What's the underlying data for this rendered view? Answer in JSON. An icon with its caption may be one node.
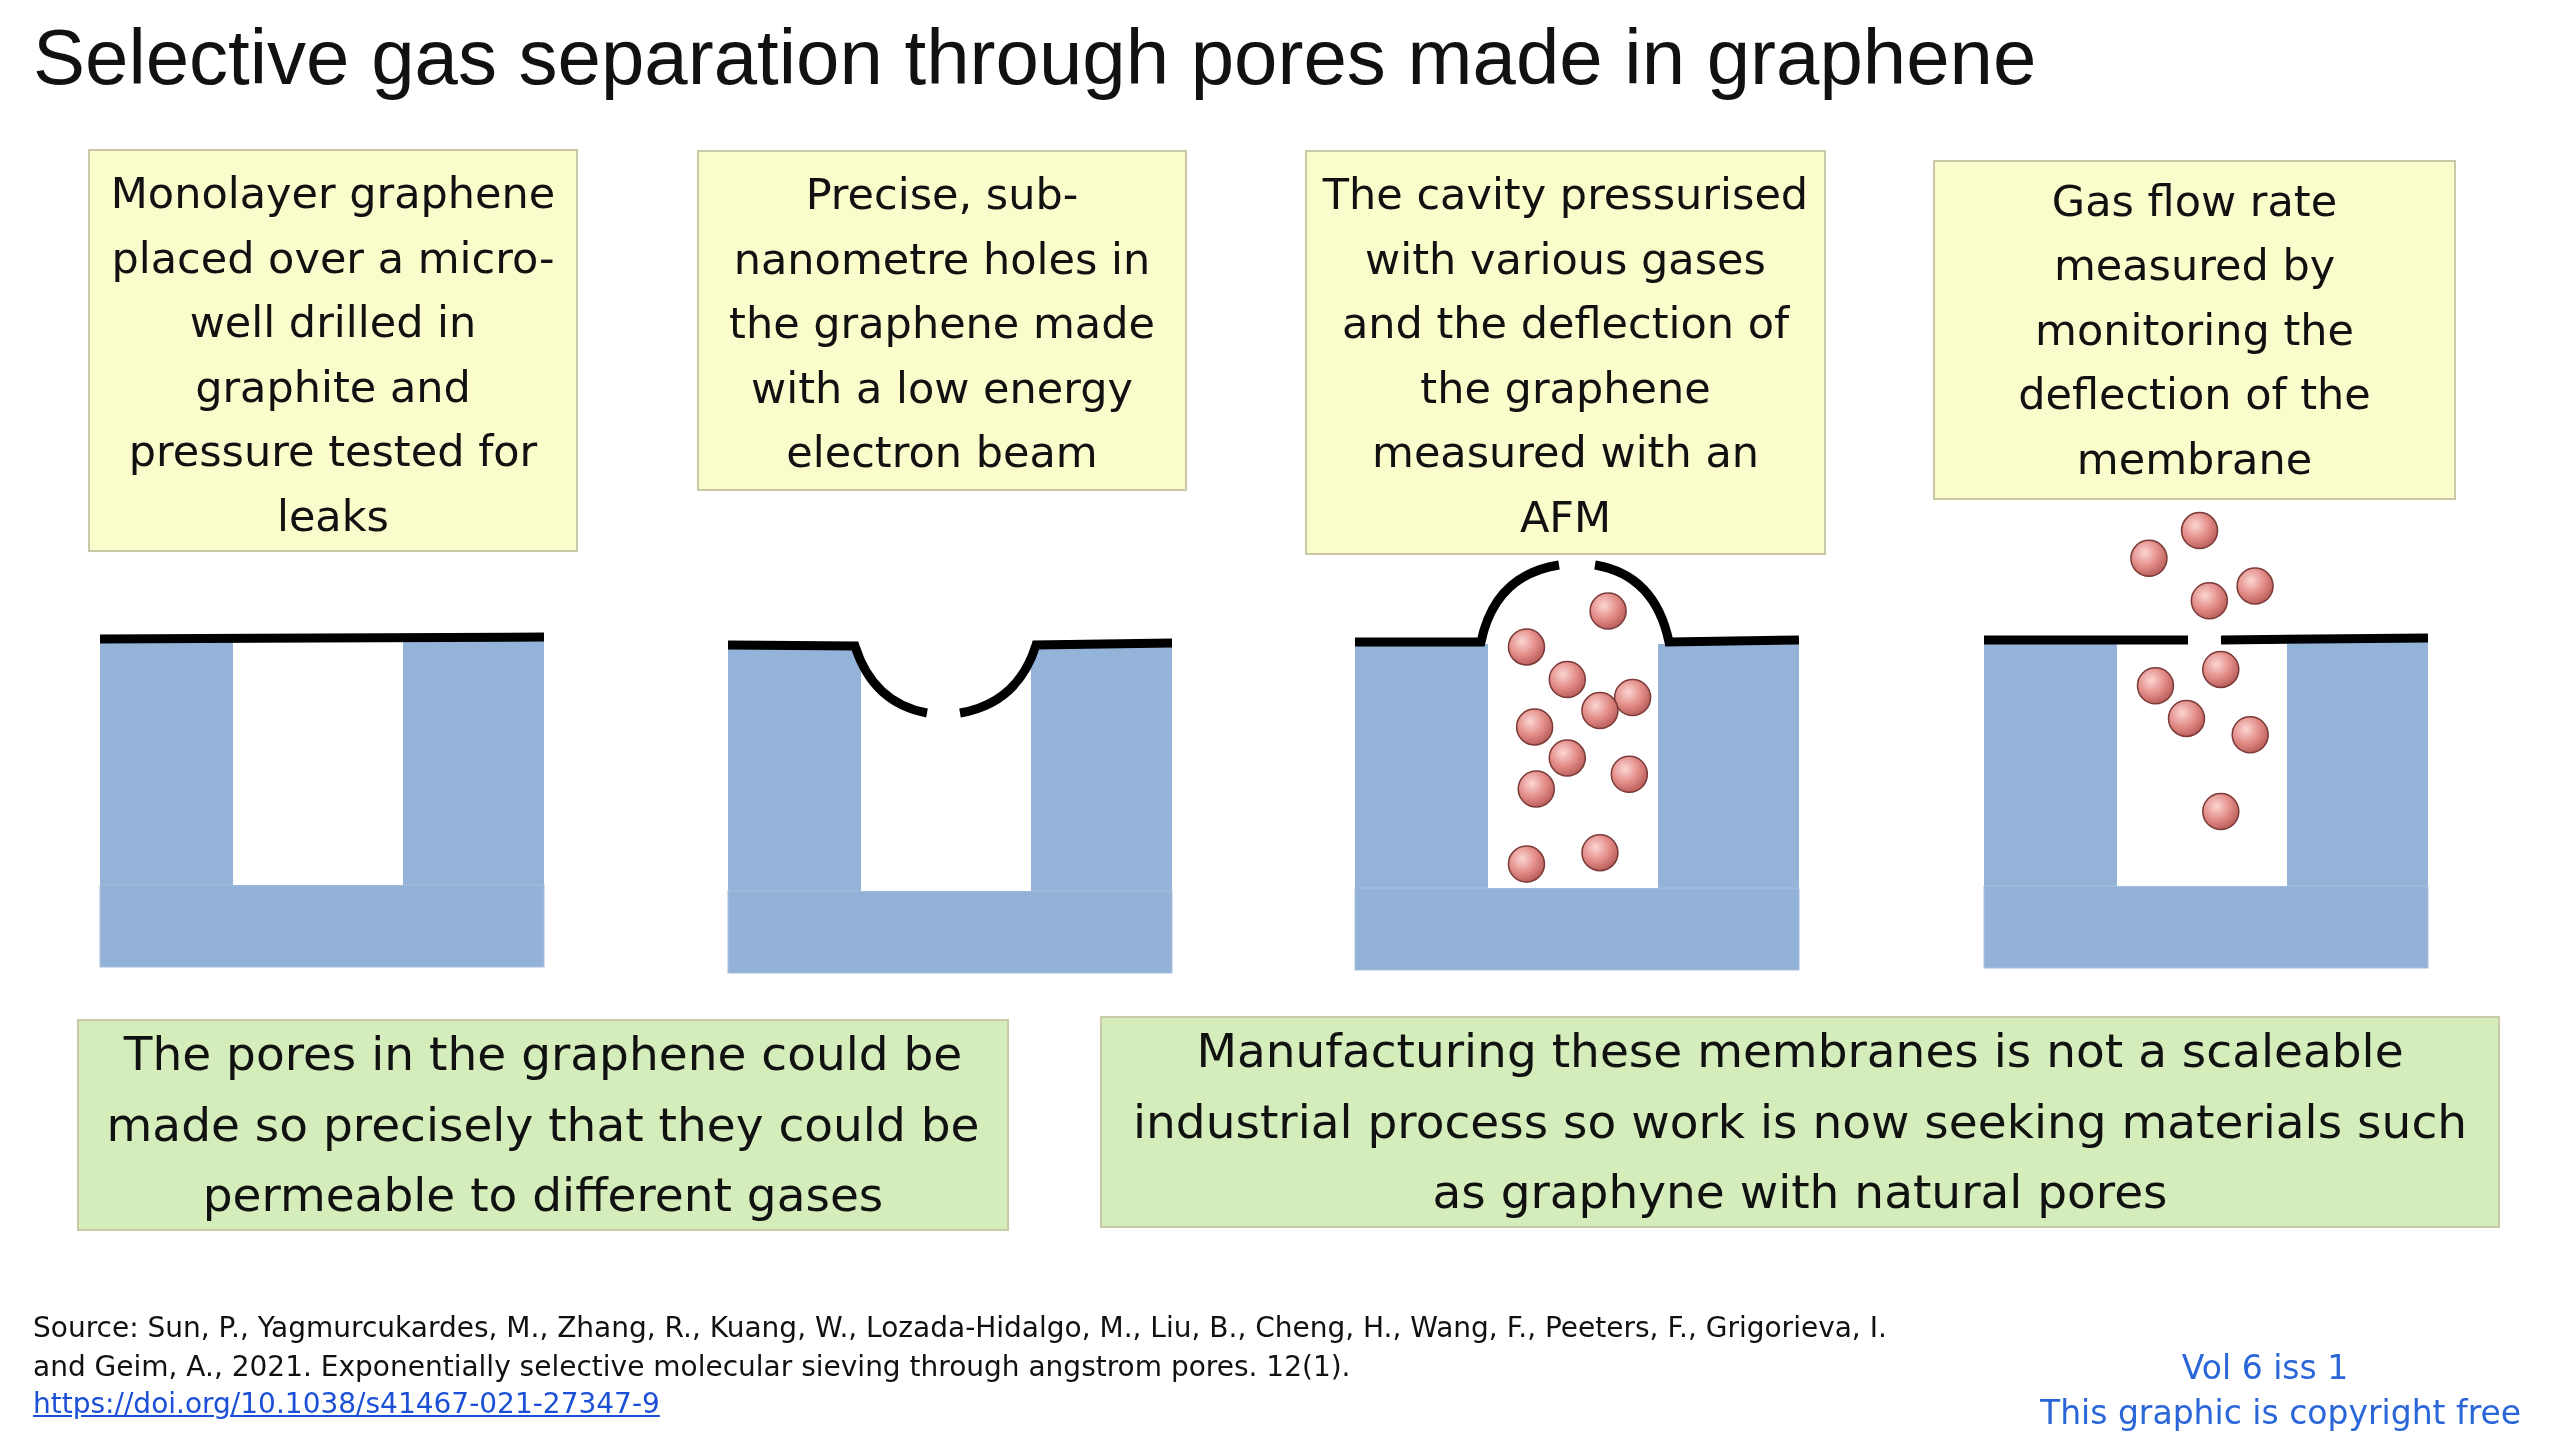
{
  "diagram": {
    "title": "Selective gas separation through pores made in graphene",
    "nodes": [
      {
        "text": [
          "Monolayer graphene placed over a micro-well drilled in graphite and pressure tested for leaks"
        ]
      },
      {
        "text": [
          "Precise, sub-nanometre holes in the graphene made with a low energy electron beam"
        ]
      },
      {
        "text": [
          "The cavity pressurised with various gases and the deflection of the graphene measured with an AFM"
        ]
      },
      {
        "text": [
          "Gas flow rate measured by monitoring the deflection of the membrane"
        ]
      },
      {
        "text": [
          "The pores in the graphene could be made so precisely that they could be permeable to different gases"
        ]
      },
      {
        "text": [
          "Manufacturing these membranes is not a scaleable industrial process so work is now seeking materials such as graphyne with natural pores"
        ]
      }
    ],
    "edges": [],
    "labels": [
      "Source:   Sun, P., Yagmurcukardes, M., Zhang, R., Kuang, W., Lozada-Hidalgo, M., Liu, B., Cheng, H., Wang, F., Peeters, F., Grigorieva, I. and Geim, A., 2021. Exponentially selective molecular sieving through angstrom pores. 12(1).",
      "https://doi.org/10.1038/s41467-021-27347-9",
      "Vol 6 iss 1",
      "This graphic is copyright free"
    ]
  }
}
